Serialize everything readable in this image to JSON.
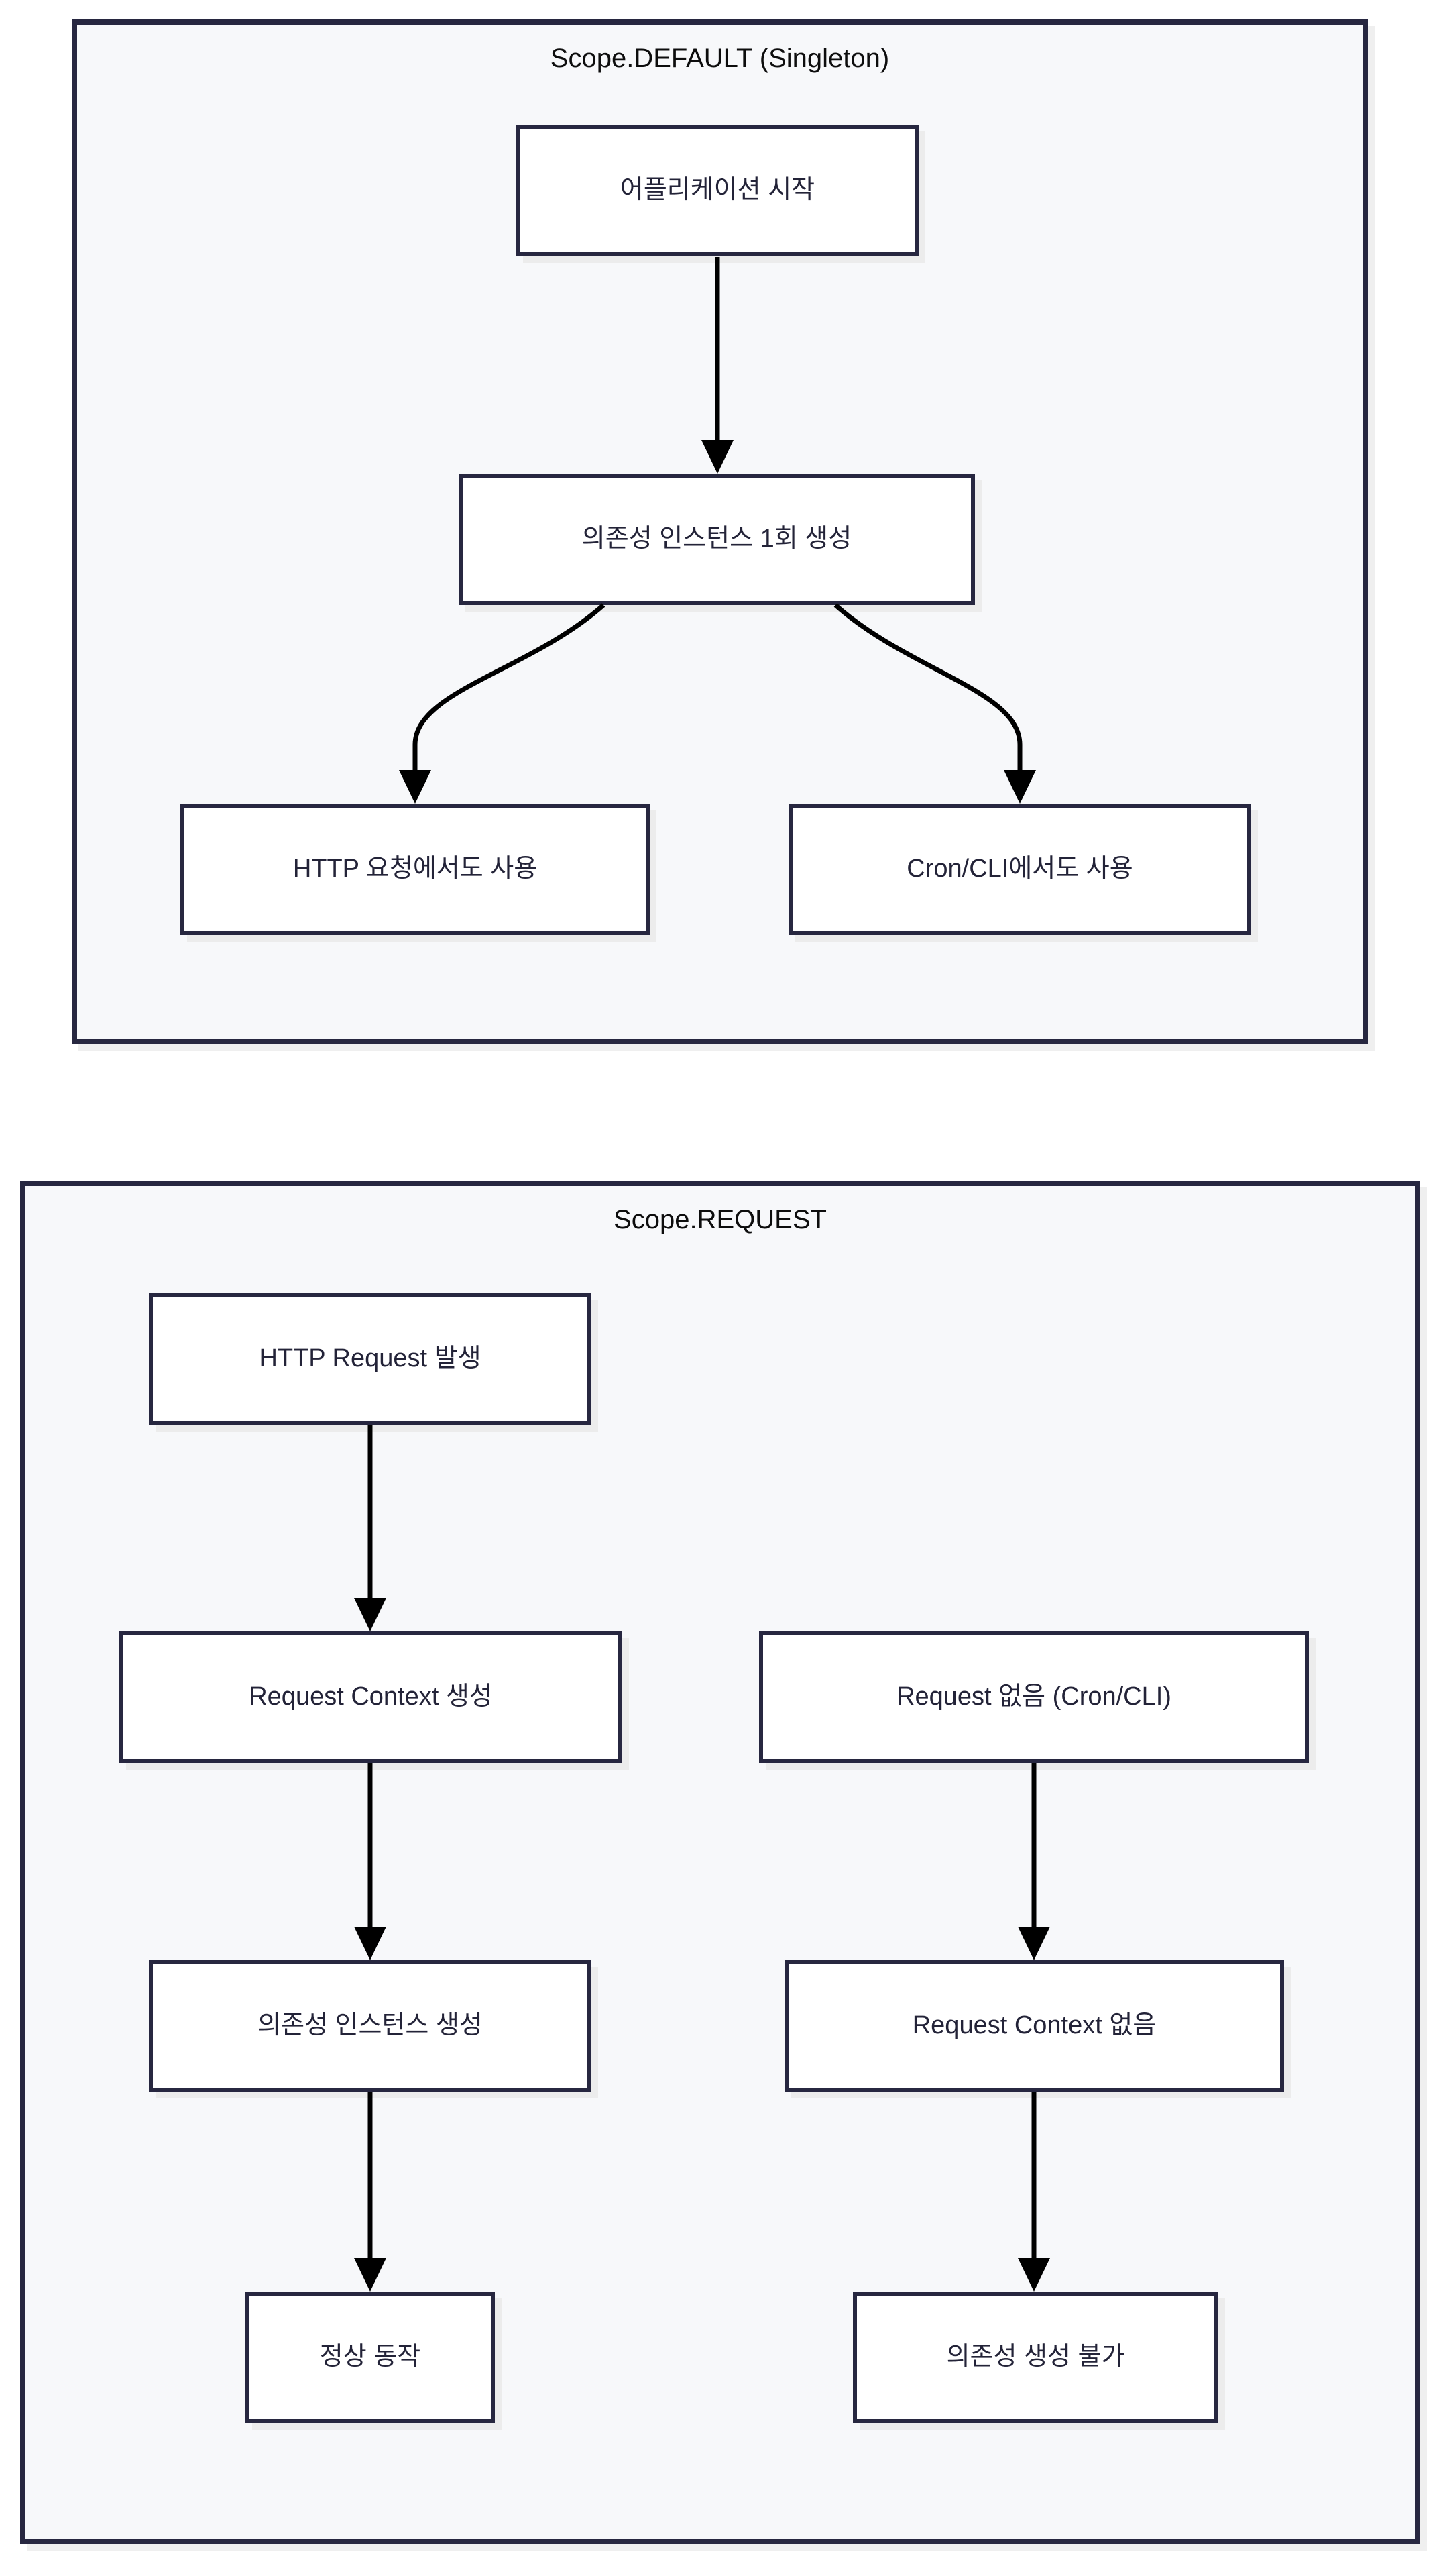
{
  "diagram": {
    "title_color": "#0d0d0d",
    "accent_border": "#272740",
    "panel_background": "#f7f8fa",
    "node_background": "#ffffff",
    "edge_color": "#000000",
    "panels": [
      {
        "id": "scope-default",
        "title": "Scope.DEFAULT (Singleton)",
        "nodes": [
          {
            "id": "app-start",
            "label": "어플리케이션 시작"
          },
          {
            "id": "dep-once",
            "label": "의존성 인스턴스 1회 생성"
          },
          {
            "id": "http-use",
            "label": "HTTP 요청에서도 사용"
          },
          {
            "id": "cron-use",
            "label": "Cron/CLI에서도 사용"
          }
        ],
        "edges": [
          {
            "from": "app-start",
            "to": "dep-once",
            "style": "straight"
          },
          {
            "from": "dep-once",
            "to": "http-use",
            "style": "curved-left"
          },
          {
            "from": "dep-once",
            "to": "cron-use",
            "style": "curved-right"
          }
        ]
      },
      {
        "id": "scope-request",
        "title": "Scope.REQUEST",
        "nodes": [
          {
            "id": "http-req",
            "label": "HTTP Request 발생"
          },
          {
            "id": "req-ctx-create",
            "label": "Request Context 생성"
          },
          {
            "id": "req-none",
            "label": "Request 없음 (Cron/CLI)"
          },
          {
            "id": "dep-create",
            "label": "의존성 인스턴스 생성"
          },
          {
            "id": "req-ctx-none",
            "label": "Request Context 없음"
          },
          {
            "id": "normal",
            "label": "정상 동작"
          },
          {
            "id": "dep-fail",
            "label": "의존성 생성 불가"
          }
        ],
        "edges": [
          {
            "from": "http-req",
            "to": "req-ctx-create",
            "style": "straight"
          },
          {
            "from": "req-ctx-create",
            "to": "dep-create",
            "style": "straight"
          },
          {
            "from": "dep-create",
            "to": "normal",
            "style": "straight"
          },
          {
            "from": "req-none",
            "to": "req-ctx-none",
            "style": "straight"
          },
          {
            "from": "req-ctx-none",
            "to": "dep-fail",
            "style": "straight"
          }
        ]
      }
    ]
  }
}
